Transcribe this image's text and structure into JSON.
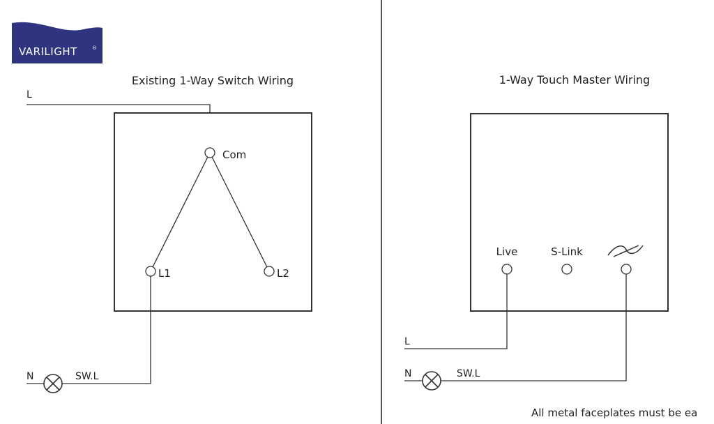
{
  "logo": {
    "text": "VARILIGHT",
    "trademark": "®",
    "color": "#2e3480"
  },
  "left_panel": {
    "title": "Existing 1-Way Switch Wiring",
    "terminals": {
      "com": "Com",
      "l1": "L1",
      "l2": "L2"
    },
    "wires": {
      "live": "L",
      "neutral": "N",
      "switched_live": "SW.L"
    },
    "lamp_icon": "lamp-icon"
  },
  "right_panel": {
    "title": "1-Way Touch Master Wiring",
    "terminals": {
      "live": "Live",
      "slink": "S-Link",
      "load_icon": "load-symbol-icon"
    },
    "wires": {
      "live": "L",
      "neutral": "N",
      "switched_live": "SW.L"
    },
    "lamp_icon": "lamp-icon"
  },
  "footer_note": "All metal faceplates must be ea"
}
